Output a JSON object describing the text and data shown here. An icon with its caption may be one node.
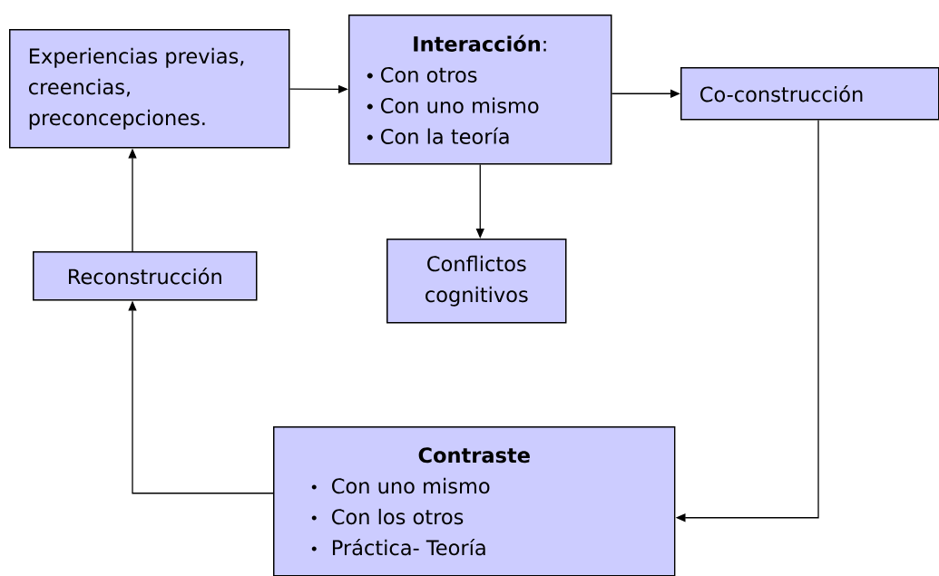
{
  "diagram": {
    "nodes": [
      {
        "text": [
          "Experiencias previas, creencias, preconcepciones."
        ]
      },
      {
        "text": [
          "**Interacción**:",
          "Con otros",
          "Con uno mismo",
          "Con la teoría"
        ]
      },
      {
        "text": [
          "Co-construcción"
        ]
      },
      {
        "text": [
          "Conflictos cognitivos"
        ]
      },
      {
        "text": [
          "Reconstrucción"
        ]
      },
      {
        "text": [
          "Contraste",
          "Con uno mismo",
          "Con los otros",
          "Práctica- Teoría"
        ]
      }
    ],
    "edges": [
      {
        "from": 0,
        "to": 1,
        "arrow": "to"
      },
      {
        "from": 1,
        "to": 2,
        "arrow": "to"
      },
      {
        "from": 1,
        "to": 3,
        "arrow": "to"
      },
      {
        "from": 2,
        "to": 5,
        "arrow": "to"
      },
      {
        "from": 5,
        "to": 4,
        "arrow": "to"
      },
      {
        "from": 4,
        "to": 0,
        "arrow": "to"
      }
    ]
  }
}
